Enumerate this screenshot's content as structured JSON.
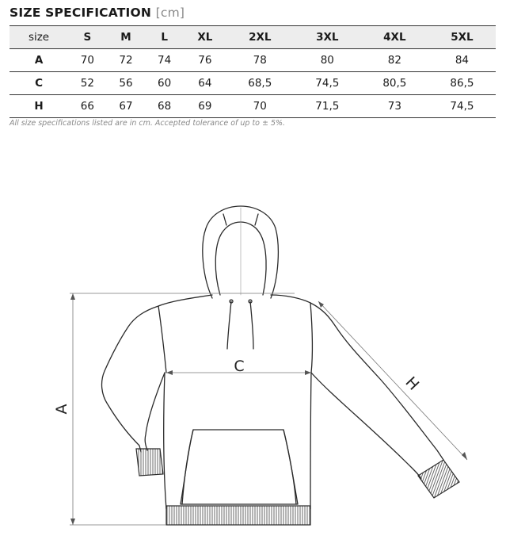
{
  "header": {
    "title": "SIZE SPECIFICATION",
    "unit": "[cm]"
  },
  "table": {
    "corner": "size",
    "sizes": [
      "S",
      "M",
      "L",
      "XL",
      "2XL",
      "3XL",
      "4XL",
      "5XL"
    ],
    "rows": [
      {
        "label": "A",
        "values": [
          "70",
          "72",
          "74",
          "76",
          "78",
          "80",
          "82",
          "84"
        ]
      },
      {
        "label": "C",
        "values": [
          "52",
          "56",
          "60",
          "64",
          "68,5",
          "74,5",
          "80,5",
          "86,5"
        ]
      },
      {
        "label": "H",
        "values": [
          "66",
          "67",
          "68",
          "69",
          "70",
          "71,5",
          "73",
          "74,5"
        ]
      }
    ]
  },
  "note": "All size specifications listed are in cm. Accepted tolerance of up to ± 5%.",
  "diagram": {
    "label_a": "A",
    "label_c": "C",
    "label_h": "H",
    "icon": "hoodie-outline-icon"
  },
  "colors": {
    "header_bg": "#ededed",
    "line": "#333333",
    "note": "#888888"
  }
}
